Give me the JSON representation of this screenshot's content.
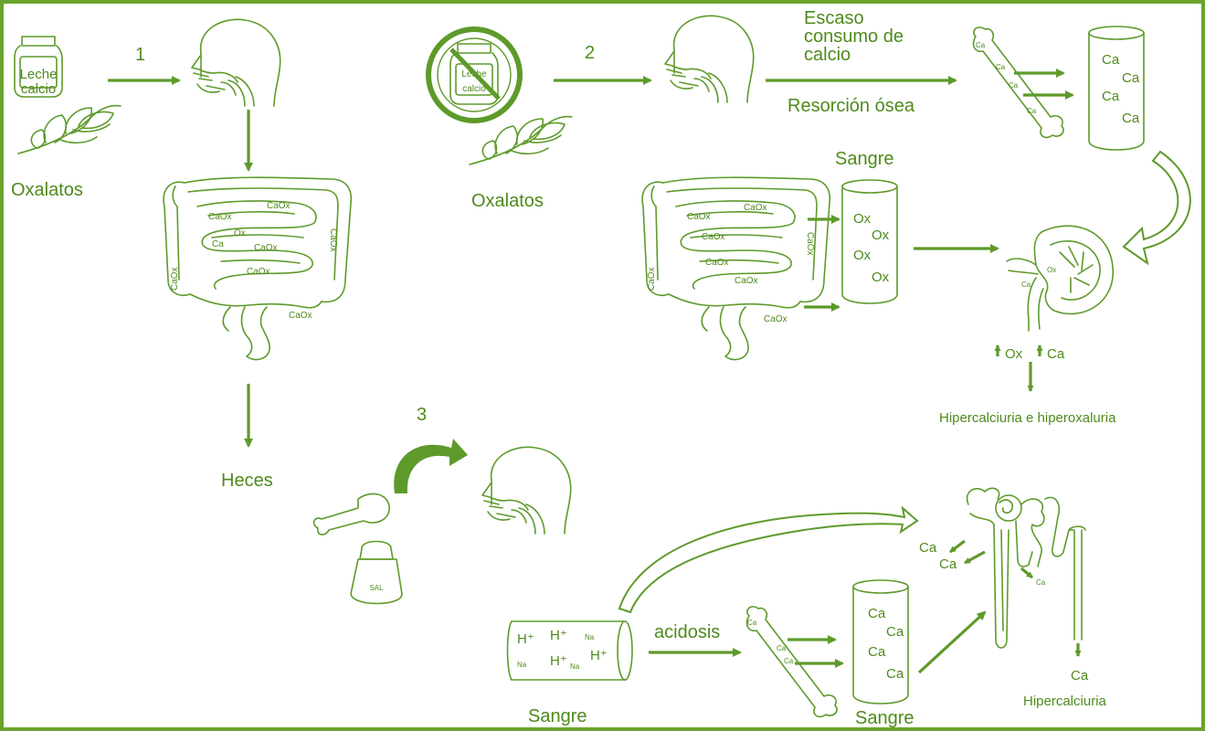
{
  "colors": {
    "line": "#5e9a2a",
    "text": "#4f8a1c",
    "border": "#6aa42e",
    "background": "#ffffff"
  },
  "panel1": {
    "step": "1",
    "jar_top": "Leche",
    "jar_bottom": "calcio",
    "oxalates": "Oxalatos",
    "gut_labels": [
      "CaOx",
      "CaOx",
      "Ox",
      "Ca",
      "CaOx",
      "CaOx",
      "CaOx",
      "CaOx",
      "CaOx"
    ],
    "feces": "Heces"
  },
  "panel2": {
    "step": "2",
    "jar_top": "Leche",
    "jar_bottom": "calcio",
    "oxalates": "Oxalatos",
    "low_calcium_1": "Escaso",
    "low_calcium_2": "consumo de",
    "low_calcium_3": "calcio",
    "bone_resorption": "Resorción ósea",
    "bone_ca": [
      "Ca",
      "Ca",
      "Ca",
      "Ca"
    ],
    "blood_ca": [
      "Ca",
      "Ca",
      "Ca",
      "Ca"
    ],
    "blood_label": "Sangre",
    "blood_ox": [
      "Ox",
      "Ox",
      "Ox",
      "Ox"
    ],
    "gut_labels": [
      "CaOx",
      "CaOx",
      "CaOx",
      "CaOx",
      "CaOx",
      "CaOx",
      "CaOx",
      "CaOx"
    ],
    "kidney_labels": [
      "Ox",
      "Ca"
    ],
    "kidney_ox": "Ox",
    "kidney_ca": "Ca",
    "result": "Hipercalciuria e hiperoxaluria"
  },
  "panel3": {
    "step": "3",
    "salt": "SAL",
    "vessel_h": [
      "H⁺",
      "H⁺",
      "H⁺",
      "H⁺"
    ],
    "vessel_na": [
      "Na",
      "Na",
      "Na"
    ],
    "blood_label_1": "Sangre",
    "acidosis": "acidosis",
    "bone_ca": [
      "Ca",
      "Ca",
      "Ca"
    ],
    "blood_ca": [
      "Ca",
      "Ca",
      "Ca",
      "Ca"
    ],
    "blood_label_2": "Sangre",
    "nephron_ca": [
      "Ca",
      "Ca",
      "Ca"
    ],
    "urine_ca": "Ca",
    "result": "Hipercalciuria"
  }
}
